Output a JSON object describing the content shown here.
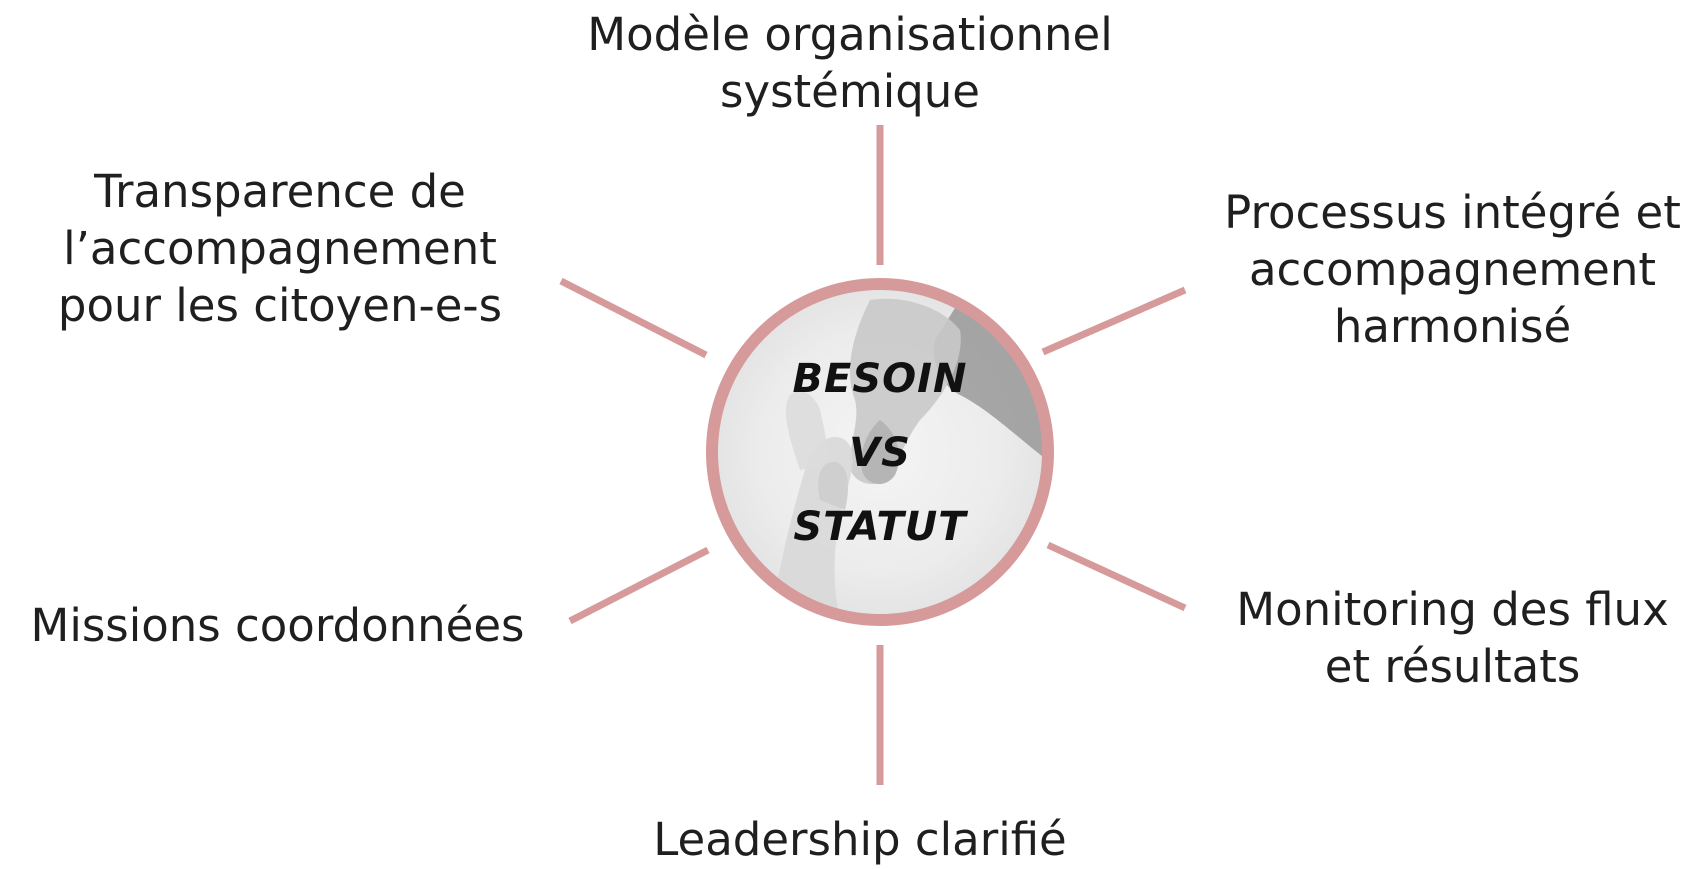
{
  "center": {
    "lines": [
      "BESOIN",
      "VS",
      "STATUT"
    ],
    "image": "hands-reaching-photo"
  },
  "nodes": {
    "top": {
      "lines": [
        "Modèle organisationnel",
        "systémique"
      ]
    },
    "top_right": {
      "lines": [
        "Processus intégré et",
        "accompagnement",
        "harmonisé"
      ]
    },
    "bottom_right": {
      "lines": [
        "Monitoring des flux",
        "et résultats"
      ]
    },
    "bottom": {
      "lines": [
        "Leadership clarifié"
      ]
    },
    "bottom_left": {
      "lines": [
        "Missions coordonnées"
      ]
    },
    "top_left": {
      "lines": [
        "Transparence de",
        "l’accompagnement",
        "pour les citoyen-e-s"
      ]
    }
  },
  "colors": {
    "accent": "#d79a9a",
    "text": "#1f1f1f"
  }
}
